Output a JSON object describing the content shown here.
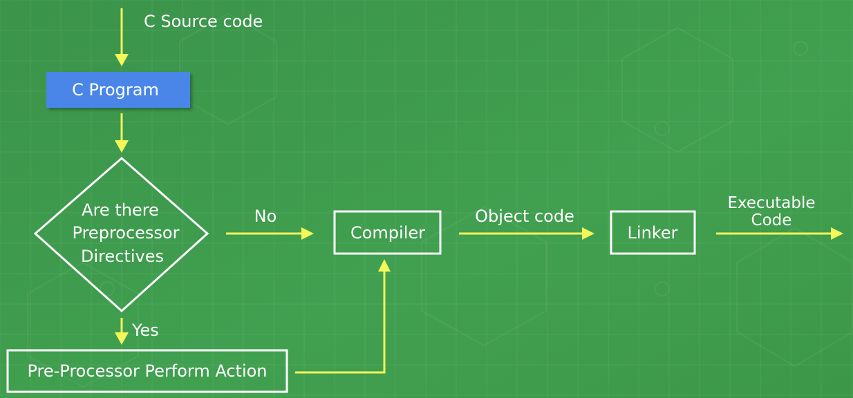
{
  "diagram": {
    "source_label": "C Source code",
    "c_program": "C Program",
    "decision": {
      "line1": "Are there",
      "line2": "Preprocessor",
      "line3": "Directives"
    },
    "no_label": "No",
    "yes_label": "Yes",
    "compiler": "Compiler",
    "object_code_label": "Object code",
    "linker": "Linker",
    "executable": {
      "line1": "Executable",
      "line2": "Code"
    },
    "preprocessor_action": "Pre-Processor Perform Action"
  },
  "colors": {
    "background": "#3f9a4c",
    "arrow": "#f4f75a",
    "c_program_fill": "#4a86e8",
    "text": "#ffffff"
  }
}
